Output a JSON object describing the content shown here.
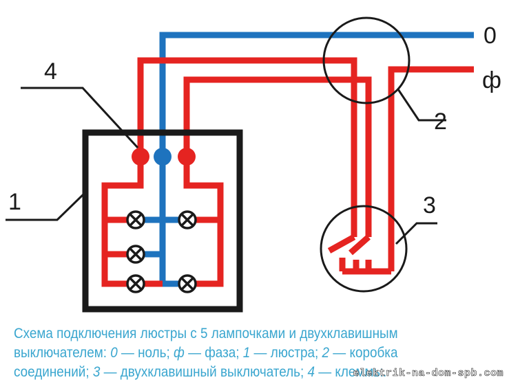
{
  "colors": {
    "phase": "#e52421",
    "neutral": "#1e73be",
    "frame": "#1a1a1a",
    "caption": "#3aa6cf"
  },
  "labels": {
    "zero": "0",
    "phase": "ф",
    "n1": "1",
    "n2": "2",
    "n3": "3",
    "n4": "4"
  },
  "caption": {
    "line1": "Схема подключения люстры с 5 лампочками и двухклавишным",
    "line2_prefix": "выключателем: ",
    "key0": "0",
    "desc0": " — ноль; ",
    "keyF": "ф",
    "descF": " — фаза; ",
    "key1": "1",
    "desc1": " — люстра; ",
    "key2": "2",
    "desc2": " — коробка",
    "line3_prefix": "соединений; ",
    "key3": "3",
    "desc3": " — двухклавишный выключатель; ",
    "key4": "4",
    "desc4": " — клеммы."
  },
  "watermark": "elektrik-na-dom-spb.com",
  "icons": [
    "lamp-icon",
    "terminal-icon",
    "junction-box-circle",
    "switch-circle"
  ]
}
